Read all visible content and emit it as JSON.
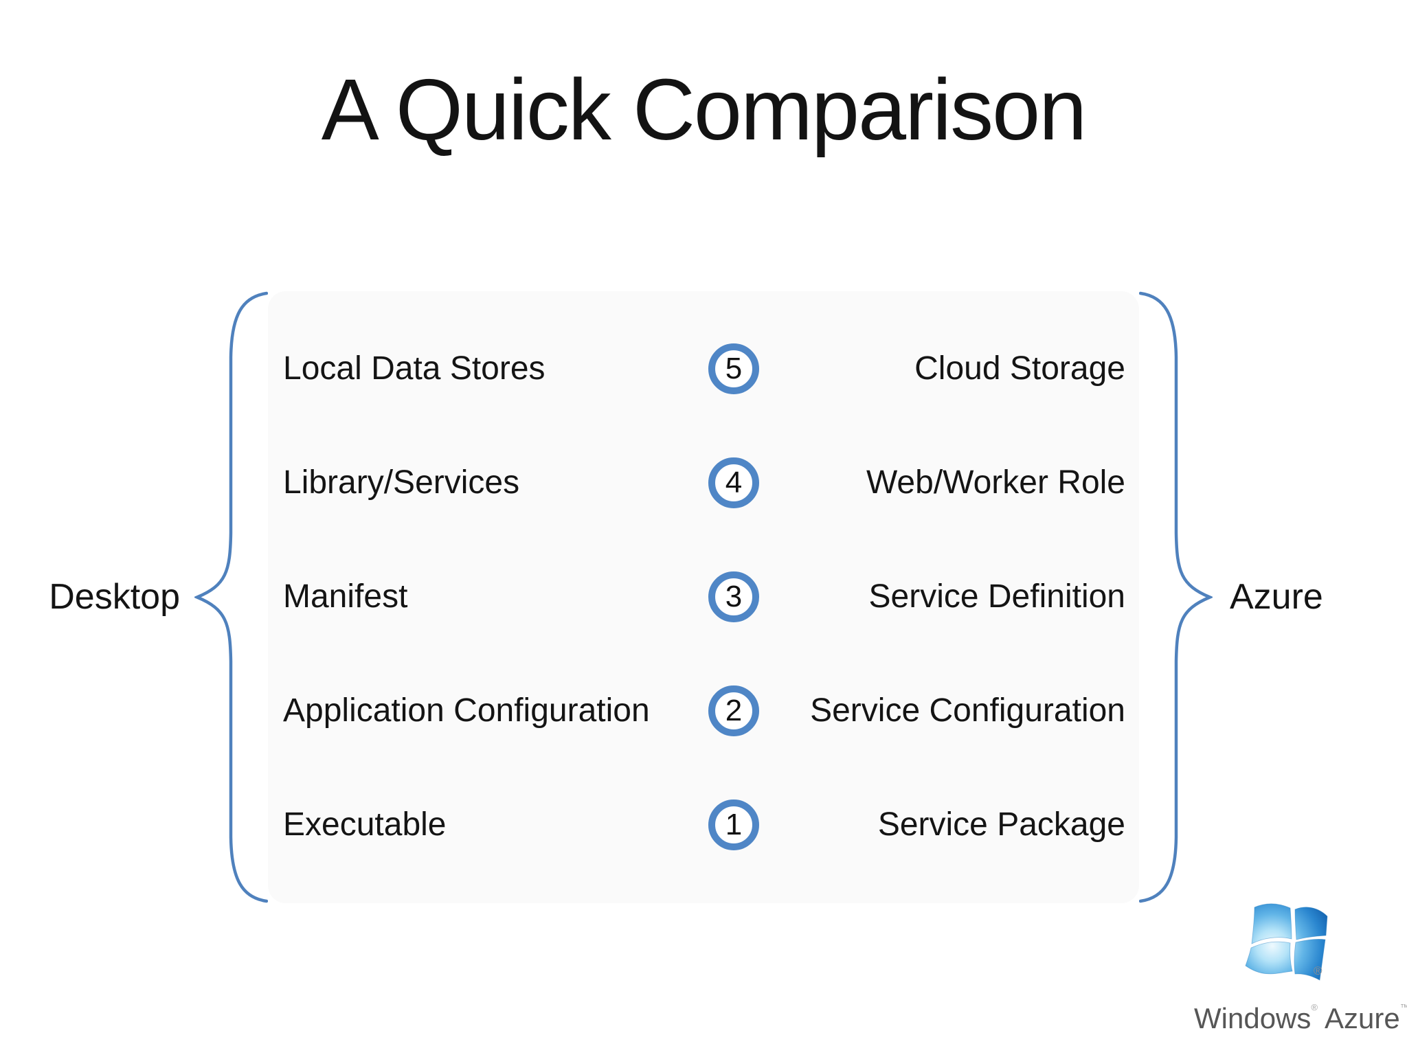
{
  "slide": {
    "title": "A Quick Comparison",
    "comparison": {
      "left_label": "Desktop",
      "right_label": "Azure",
      "rows": [
        {
          "desktop": "Local Data Stores",
          "number": "5",
          "azure": "Cloud Storage"
        },
        {
          "desktop": "Library/Services",
          "number": "4",
          "azure": "Web/Worker Role"
        },
        {
          "desktop": "Manifest",
          "number": "3",
          "azure": "Service Definition"
        },
        {
          "desktop": "Application Configuration",
          "number": "2",
          "azure": "Service Configuration"
        },
        {
          "desktop": "Executable",
          "number": "1",
          "azure": "Service Package"
        }
      ]
    },
    "logo": {
      "flag_icon": "windows-flag-icon",
      "flag_registered_mark": "®",
      "windows_word": "Windows",
      "windows_mark": "®",
      "azure_word": "Azure",
      "azure_mark": "™"
    },
    "colors": {
      "brace_blue": "#4f81bd",
      "circle_ring_blue": "#4f86c6",
      "text_black": "#141414",
      "logo_text_gray": "#565656"
    }
  }
}
